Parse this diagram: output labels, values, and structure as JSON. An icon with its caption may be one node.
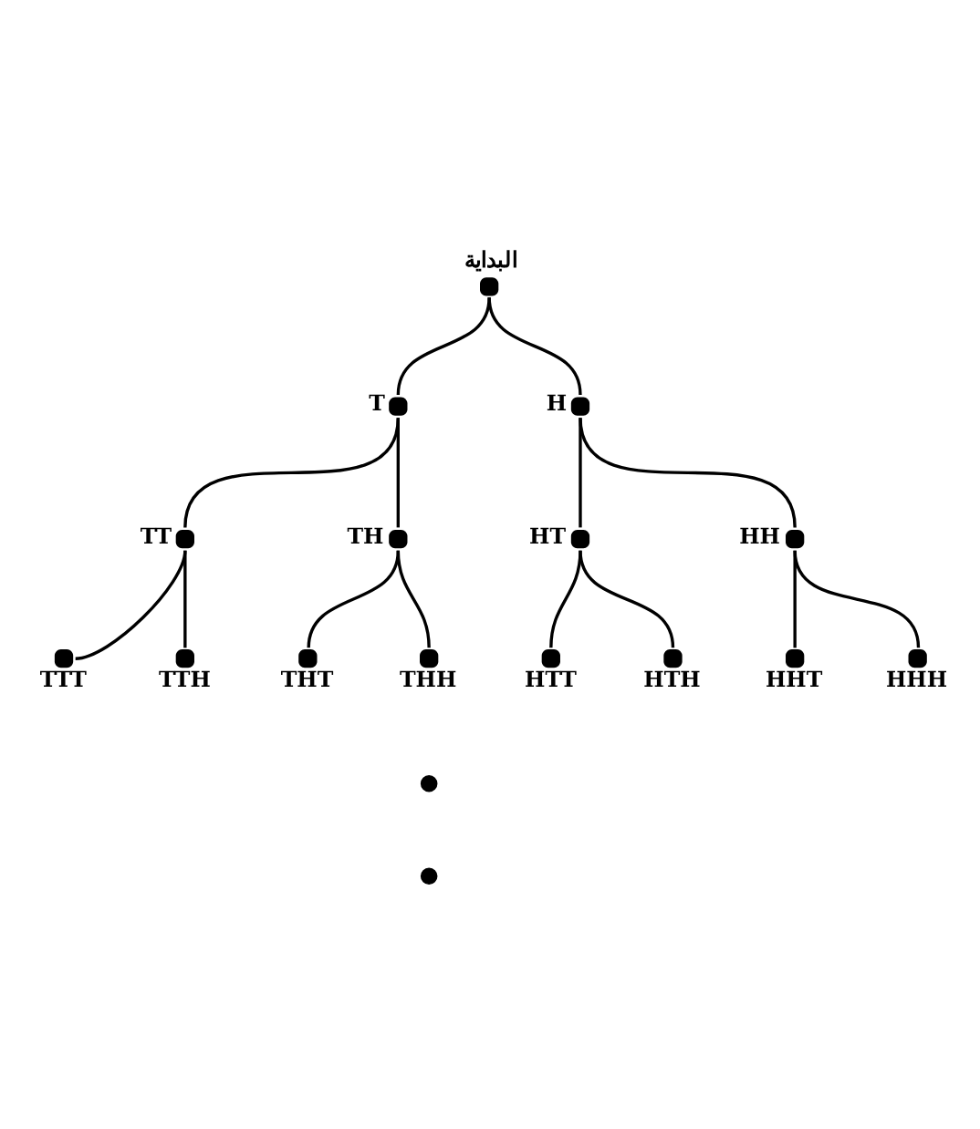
{
  "diagram": {
    "nodes": [
      {
        "text": [],
        "shape": "circle",
        "beside": [
          "البداية"
        ]
      },
      {
        "text": [],
        "shape": "circle",
        "beside": [
          "T"
        ]
      },
      {
        "text": [],
        "shape": "circle",
        "beside": [
          "H"
        ]
      },
      {
        "text": [],
        "shape": "circle",
        "beside": [
          "TT"
        ]
      },
      {
        "text": [],
        "shape": "circle",
        "beside": [
          "TH"
        ]
      },
      {
        "text": [],
        "shape": "circle",
        "beside": [
          "HT"
        ]
      },
      {
        "text": [],
        "shape": "circle",
        "beside": [
          "HH"
        ]
      },
      {
        "text": [],
        "shape": "circle",
        "beside": [
          "TTT"
        ]
      },
      {
        "text": [],
        "shape": "circle",
        "beside": [
          "TTH"
        ]
      },
      {
        "text": [],
        "shape": "circle",
        "beside": [
          "THT"
        ]
      },
      {
        "text": [],
        "shape": "circle",
        "beside": [
          "THH"
        ]
      },
      {
        "text": [],
        "shape": "circle",
        "beside": [
          "HTT"
        ]
      },
      {
        "text": [],
        "shape": "circle",
        "beside": [
          "HTH"
        ]
      },
      {
        "text": [],
        "shape": "circle",
        "beside": [
          "HHT"
        ]
      },
      {
        "text": [],
        "shape": "circle",
        "beside": [
          "HHH"
        ]
      },
      {
        "text": [],
        "shape": "circle"
      },
      {
        "text": [],
        "shape": "circle"
      }
    ],
    "edges": [
      {
        "from": 0,
        "to": 1,
        "arrow": "none"
      },
      {
        "from": 0,
        "to": 2,
        "arrow": "none"
      },
      {
        "from": 1,
        "to": 3,
        "arrow": "none"
      },
      {
        "from": 1,
        "to": 4,
        "arrow": "none"
      },
      {
        "from": 2,
        "to": 5,
        "arrow": "none"
      },
      {
        "from": 2,
        "to": 6,
        "arrow": "none"
      },
      {
        "from": 3,
        "to": 7,
        "arrow": "none"
      },
      {
        "from": 3,
        "to": 8,
        "arrow": "none"
      },
      {
        "from": 4,
        "to": 9,
        "arrow": "none"
      },
      {
        "from": 4,
        "to": 10,
        "arrow": "none"
      },
      {
        "from": 5,
        "to": 11,
        "arrow": "none"
      },
      {
        "from": 5,
        "to": 12,
        "arrow": "none"
      },
      {
        "from": 6,
        "to": 13,
        "arrow": "none"
      },
      {
        "from": 6,
        "to": 14,
        "arrow": "none"
      }
    ]
  }
}
